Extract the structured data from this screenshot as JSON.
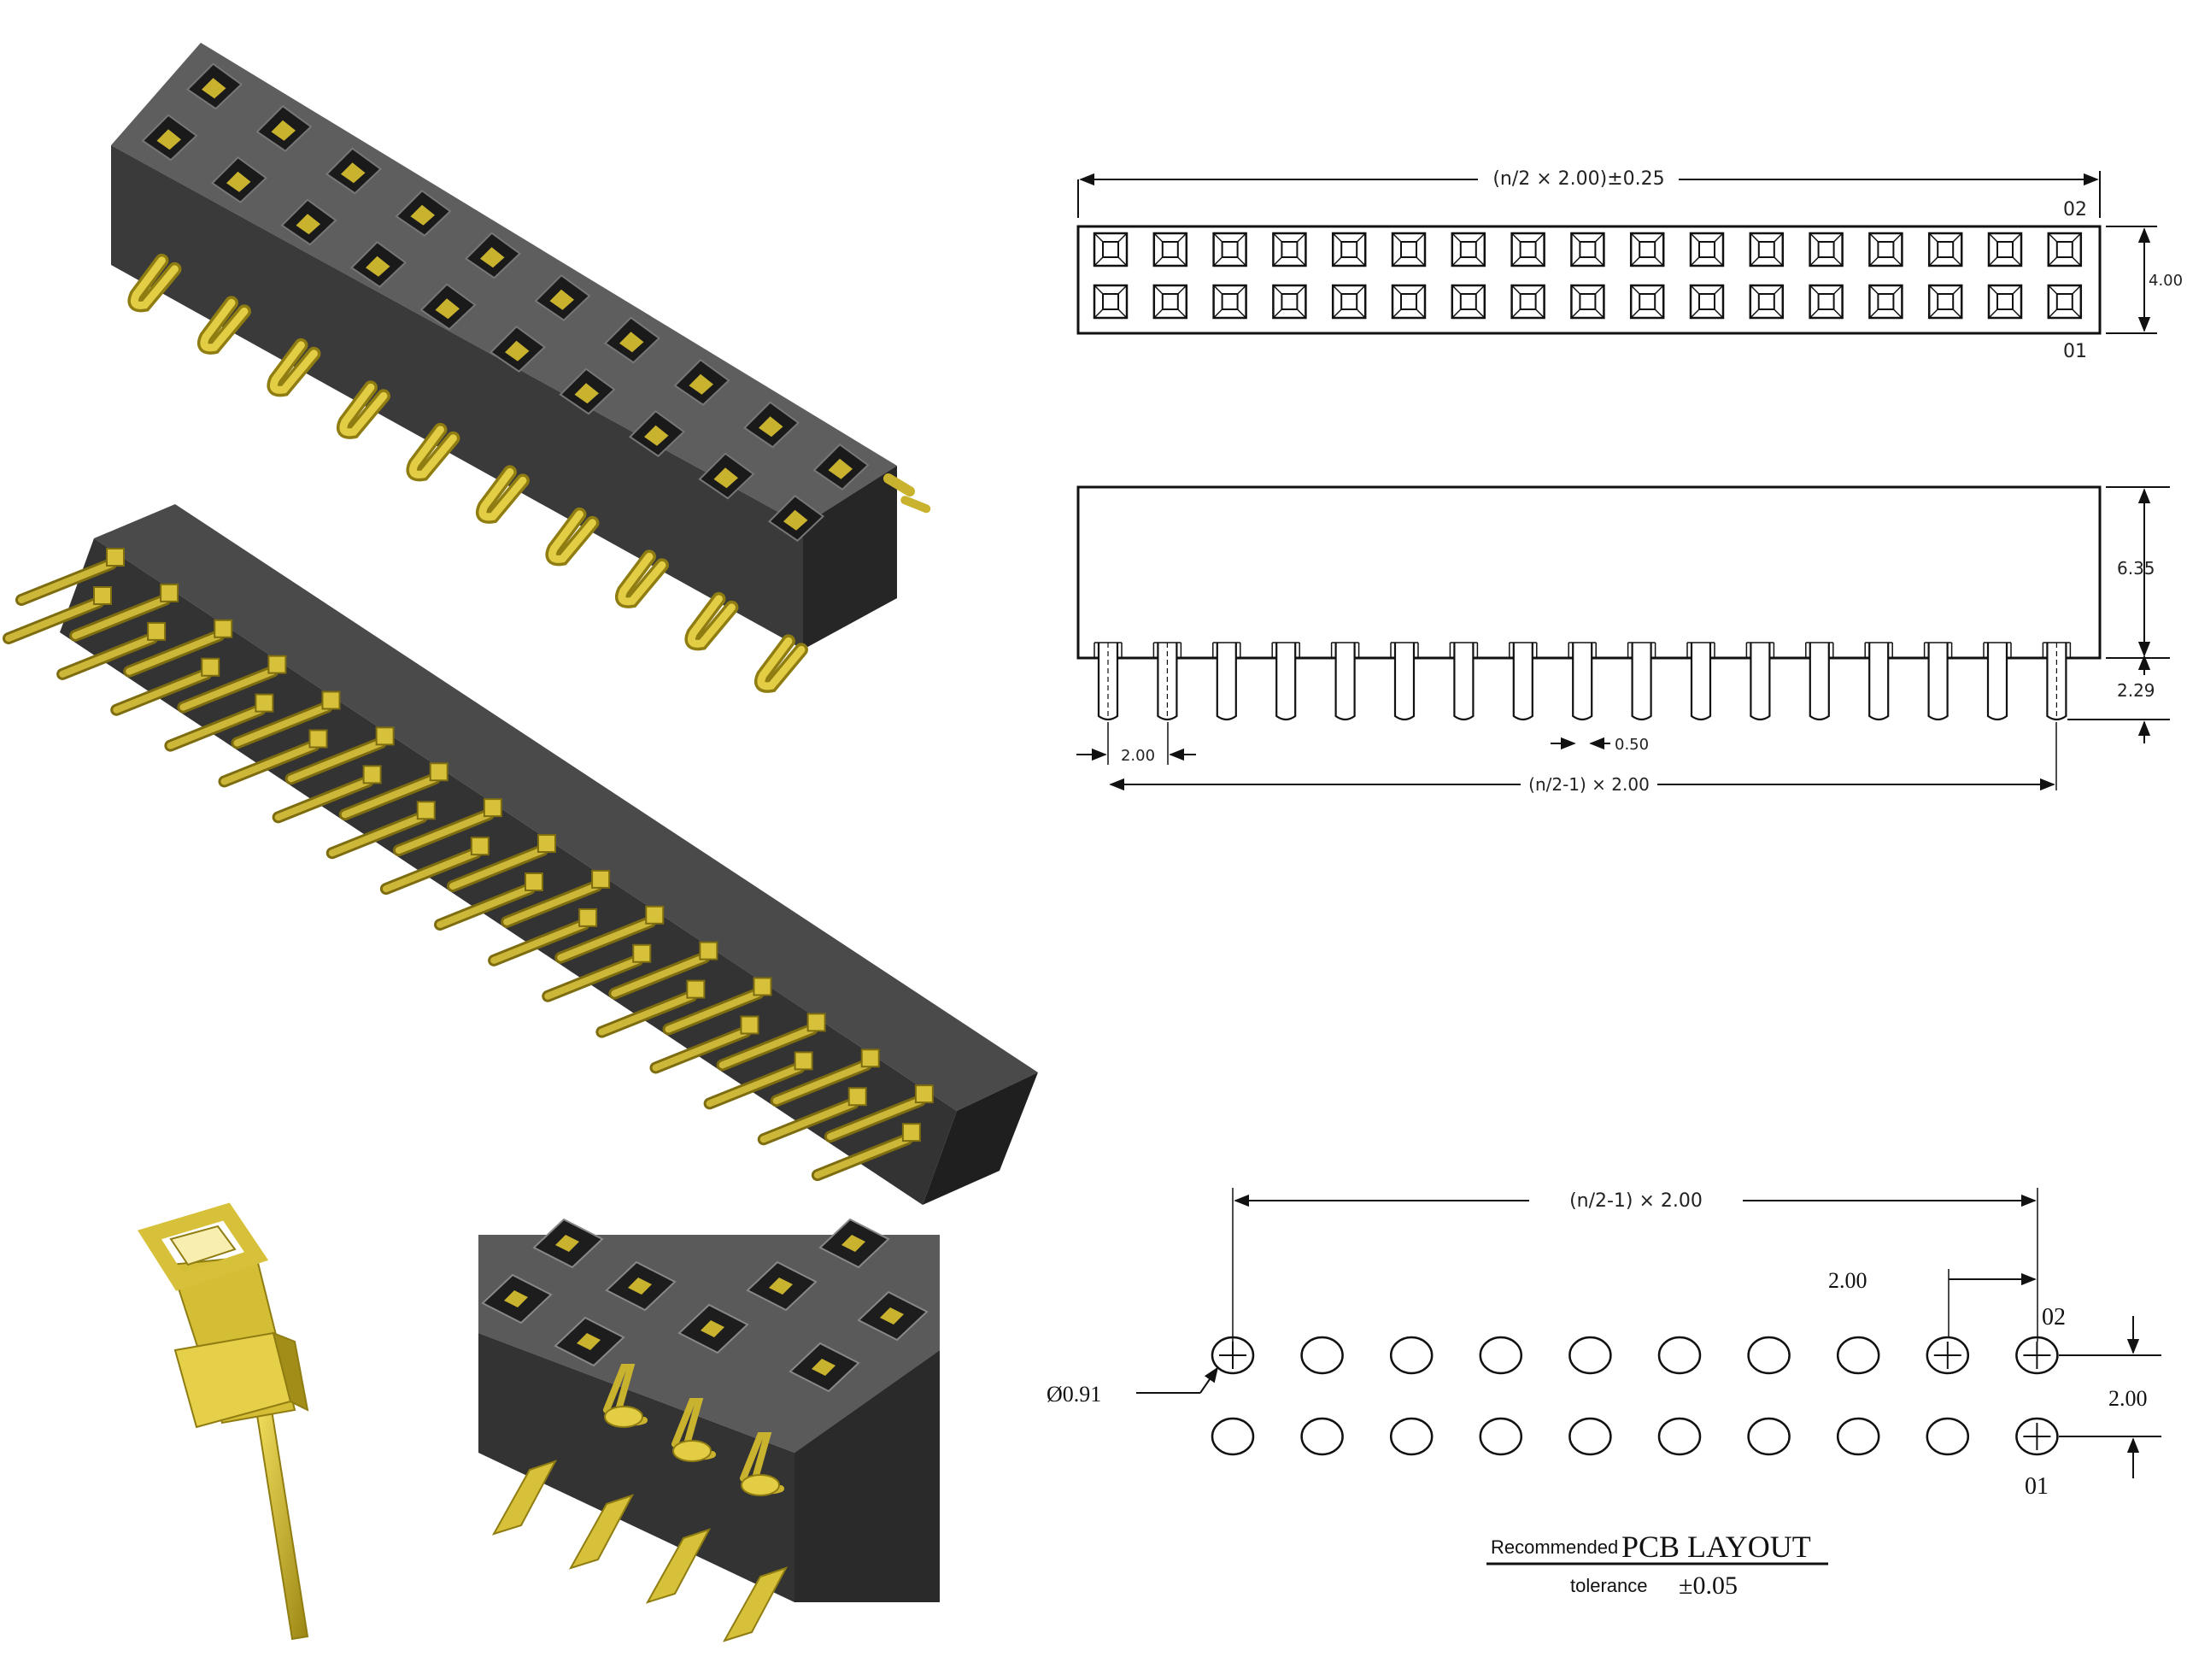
{
  "top_view": {
    "width_dim": "(n/2 × 2.00)±0.25",
    "height_dim": "4.00",
    "pin_label_top": "02",
    "pin_label_bottom": "01",
    "rows": 2,
    "cols": 17
  },
  "side_view": {
    "height_dim": "6.35",
    "tail_dim": "2.29",
    "pitch_dim": "2.00",
    "pin_width_dim": "0.50",
    "span_dim": "(n/2-1) × 2.00",
    "pins": 17
  },
  "pcb_layout": {
    "span_dim": "(n/2-1) × 2.00",
    "pitch_dim": "2.00",
    "row_pitch_dim": "2.00",
    "hole_dim": "Ø0.91",
    "pin_label_top": "02",
    "pin_label_bottom": "01",
    "title_small": "Recommended",
    "title_big": "PCB LAYOUT",
    "tolerance_label": "tolerance",
    "tolerance_value": "±0.05",
    "holes_per_row": 10
  },
  "colors": {
    "housing_top": "#5e5e5e",
    "housing_front": "#3d3d3d",
    "housing_dark": "#262626",
    "pin_gold": "#d8c13a",
    "pin_gold_dark": "#8f7d12",
    "ink": "#111111"
  }
}
